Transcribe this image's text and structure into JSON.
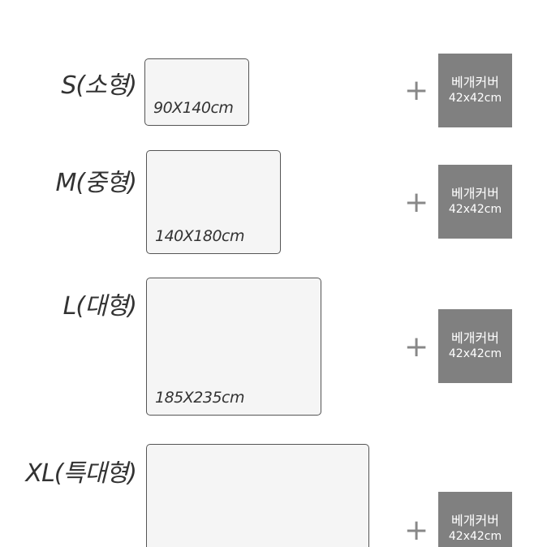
{
  "rows": [
    {
      "label": "S(소형)",
      "dimensions": "90X140cm",
      "plus": "+",
      "pillow_title": "베개커버",
      "pillow_size": "42x42cm"
    },
    {
      "label": "M(중형)",
      "dimensions": "140X180cm",
      "plus": "+",
      "pillow_title": "베개커버",
      "pillow_size": "42x42cm"
    },
    {
      "label": "L(대형)",
      "dimensions": "185X235cm",
      "plus": "+",
      "pillow_title": "베개커버",
      "pillow_size": "42x42cm"
    },
    {
      "label": "XL(특대형)",
      "dimensions": "",
      "plus": "+",
      "pillow_title": "베개커버",
      "pillow_size": "42x42cm"
    }
  ],
  "colors": {
    "blanket_fill": "#f5f5f5",
    "blanket_border": "#555555",
    "pillow_fill": "#808080",
    "text": "#333333",
    "plus": "#888888"
  }
}
